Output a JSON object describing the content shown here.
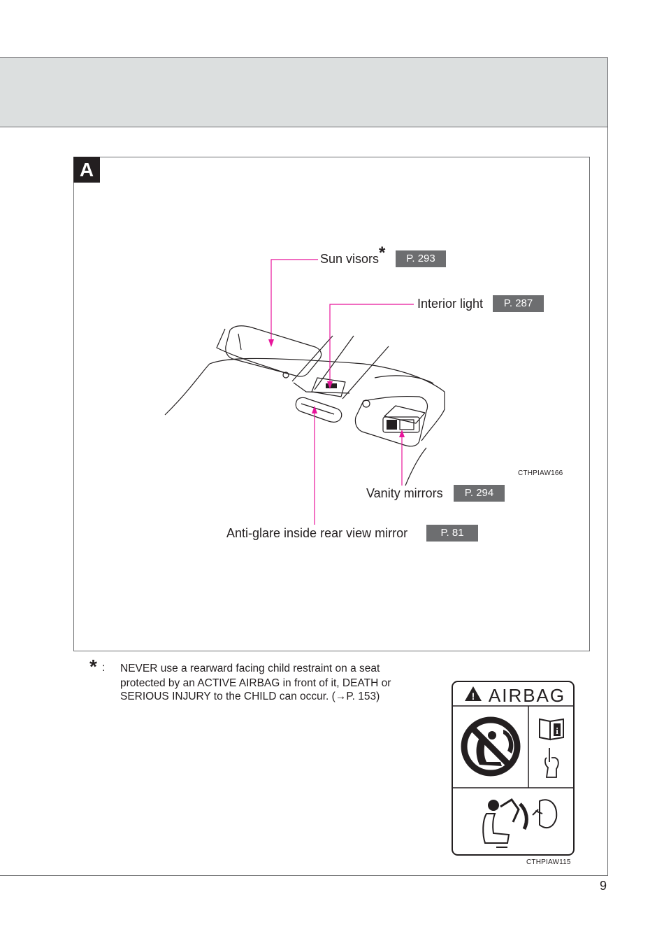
{
  "section": {
    "badge": "A"
  },
  "callouts": [
    {
      "id": "sun-visors",
      "label": "Sun visors",
      "marker": "*",
      "page": "P. 293"
    },
    {
      "id": "interior-light",
      "label": "Interior light",
      "page": "P. 287"
    },
    {
      "id": "vanity-mirrors",
      "label": "Vanity mirrors",
      "page": "P. 294"
    },
    {
      "id": "anti-glare",
      "label": "Anti-glare inside rear view mirror",
      "page": "P. 81"
    }
  ],
  "figure_code_main": "CTHPIAW166",
  "footnote": {
    "marker": "*",
    "separator": ":",
    "line1": "NEVER use a rearward facing child restraint on a seat",
    "line2": "protected by an ACTIVE AIRBAG in front of it, DEATH or",
    "line3": "SERIOUS INJURY to the CHILD can occur. (→P. 153)"
  },
  "airbag_label": {
    "title": "AIRBAG",
    "warning_glyph": "!",
    "info_glyph": "i"
  },
  "figure_code_label": "CTHPIAW115",
  "page_number": "9",
  "colors": {
    "callout_line": "#e8159b",
    "page_badge": "#6d6e70",
    "header": "#dcdfdf"
  }
}
